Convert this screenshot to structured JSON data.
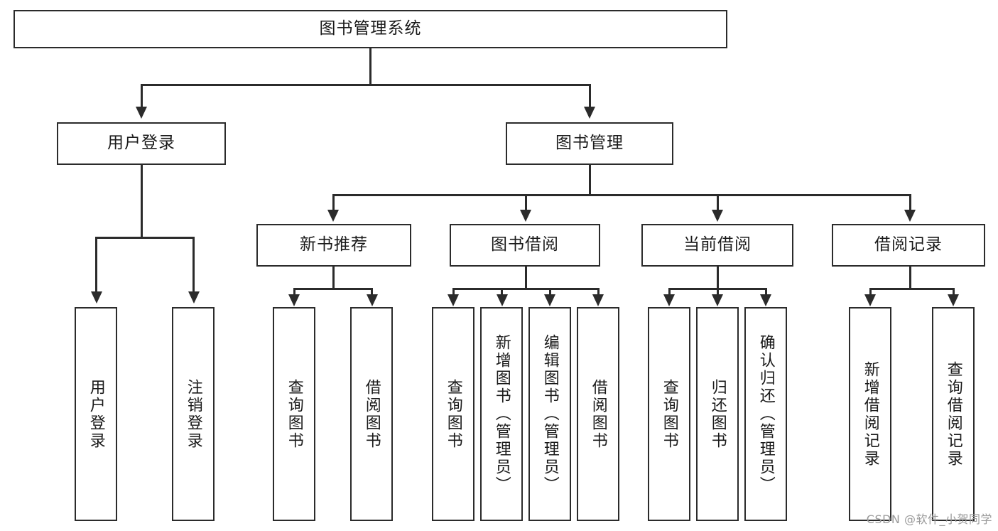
{
  "diagram": {
    "title": "图书管理系统",
    "type": "hierarchy-tree",
    "root": {
      "id": "root",
      "label": "图书管理系统"
    },
    "level1": [
      {
        "id": "user-login",
        "label": "用户登录"
      },
      {
        "id": "book-management",
        "label": "图书管理"
      }
    ],
    "level2": [
      {
        "id": "new-book-recommend",
        "label": "新书推荐",
        "parent": "book-management"
      },
      {
        "id": "book-borrow",
        "label": "图书借阅",
        "parent": "book-management"
      },
      {
        "id": "current-borrow",
        "label": "当前借阅",
        "parent": "book-management"
      },
      {
        "id": "borrow-record",
        "label": "借阅记录",
        "parent": "book-management"
      }
    ],
    "leaves": {
      "user-login": [
        {
          "id": "leaf-user-login",
          "label": "用户登录"
        },
        {
          "id": "leaf-logout",
          "label": "注销登录"
        }
      ],
      "new-book-recommend": [
        {
          "id": "leaf-query-book-1",
          "label": "查询图书"
        },
        {
          "id": "leaf-borrow-book-1",
          "label": "借阅图书"
        }
      ],
      "book-borrow": [
        {
          "id": "leaf-query-book-2",
          "label": "查询图书"
        },
        {
          "id": "leaf-add-book",
          "label": "新增图书（管理员）"
        },
        {
          "id": "leaf-edit-book",
          "label": "编辑图书（管理员）"
        },
        {
          "id": "leaf-borrow-book-2",
          "label": "借阅图书"
        }
      ],
      "current-borrow": [
        {
          "id": "leaf-query-book-3",
          "label": "查询图书"
        },
        {
          "id": "leaf-return-book",
          "label": "归还图书"
        },
        {
          "id": "leaf-confirm-return",
          "label": "确认归还（管理员）"
        }
      ],
      "borrow-record": [
        {
          "id": "leaf-add-record",
          "label": "新增借阅记录"
        },
        {
          "id": "leaf-query-record",
          "label": "查询借阅记录"
        }
      ]
    }
  },
  "watermark": {
    "text": "CSDN @软件_小贺同学"
  },
  "colors": {
    "stroke": "#2b2b2b",
    "background": "#ffffff",
    "text": "#1a1a1a",
    "watermark": "#9a9a9a"
  }
}
